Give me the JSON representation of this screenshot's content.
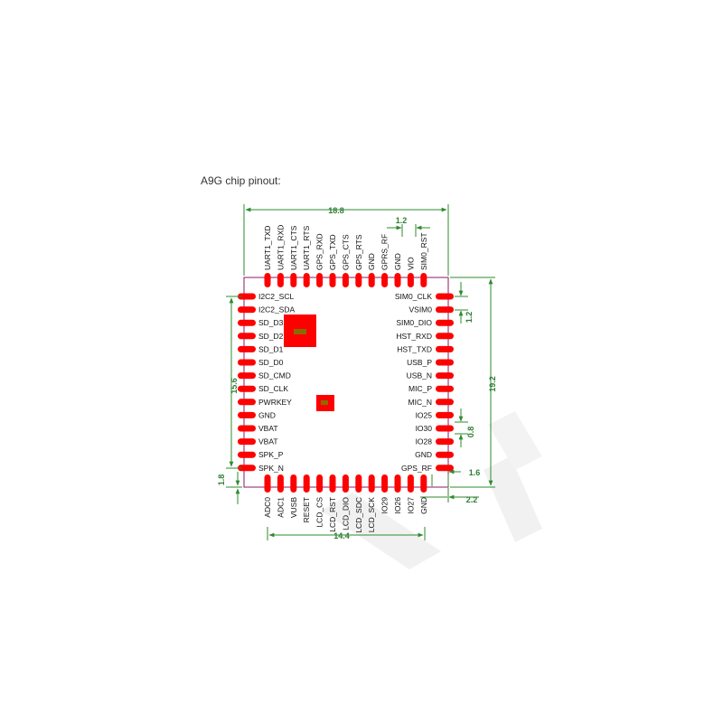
{
  "caption": "A9G chip pinout:",
  "colors": {
    "outline": "#8a1a6a",
    "pad": "#ff0000",
    "dimension": "#2e8b2e",
    "watermark": "#e0e0e0"
  },
  "pins": {
    "top": [
      "UART1_TXD",
      "UART1_RXD",
      "UART1_CTS",
      "UART1_RTS",
      "GPS_RXD",
      "GPS_TXD",
      "GPS_CTS",
      "GPS_RTS",
      "GND",
      "GPRS_RF",
      "GND",
      "VIO",
      "SIM0_RST"
    ],
    "left": [
      "I2C2_SCL",
      "I2C2_SDA",
      "SD_D3",
      "SD_D2",
      "SD_D1",
      "SD_D0",
      "SD_CMD",
      "SD_CLK",
      "PWRKEY",
      "GND",
      "VBAT",
      "VBAT",
      "SPK_P",
      "SPK_N"
    ],
    "right": [
      "SIM0_CLK",
      "VSIM0",
      "SIM0_DIO",
      "HST_RXD",
      "HST_TXD",
      "USB_P",
      "USB_N",
      "MIC_P",
      "MIC_N",
      "IO25",
      "IO30",
      "IO28",
      "GND",
      "GPS_RF"
    ],
    "bottom": [
      "ADC0",
      "ADC1",
      "VUSB",
      "RESET",
      "LCD_CS",
      "LCD_RST",
      "LCD_DIO",
      "LCD_SDC",
      "LCD_SCK",
      "IO29",
      "IO26",
      "IO27",
      "GND"
    ]
  },
  "dimensions": {
    "width": "18.8",
    "pitch_top": "1.2",
    "height": "19.2",
    "pitch_right": "1.2",
    "pad_gap": "0.8",
    "pad_len": "1.6",
    "edge_right": "2.2",
    "pin_span_left": "15.6",
    "edge_bottom": "1.8",
    "pin_span_bottom": "14.4"
  }
}
